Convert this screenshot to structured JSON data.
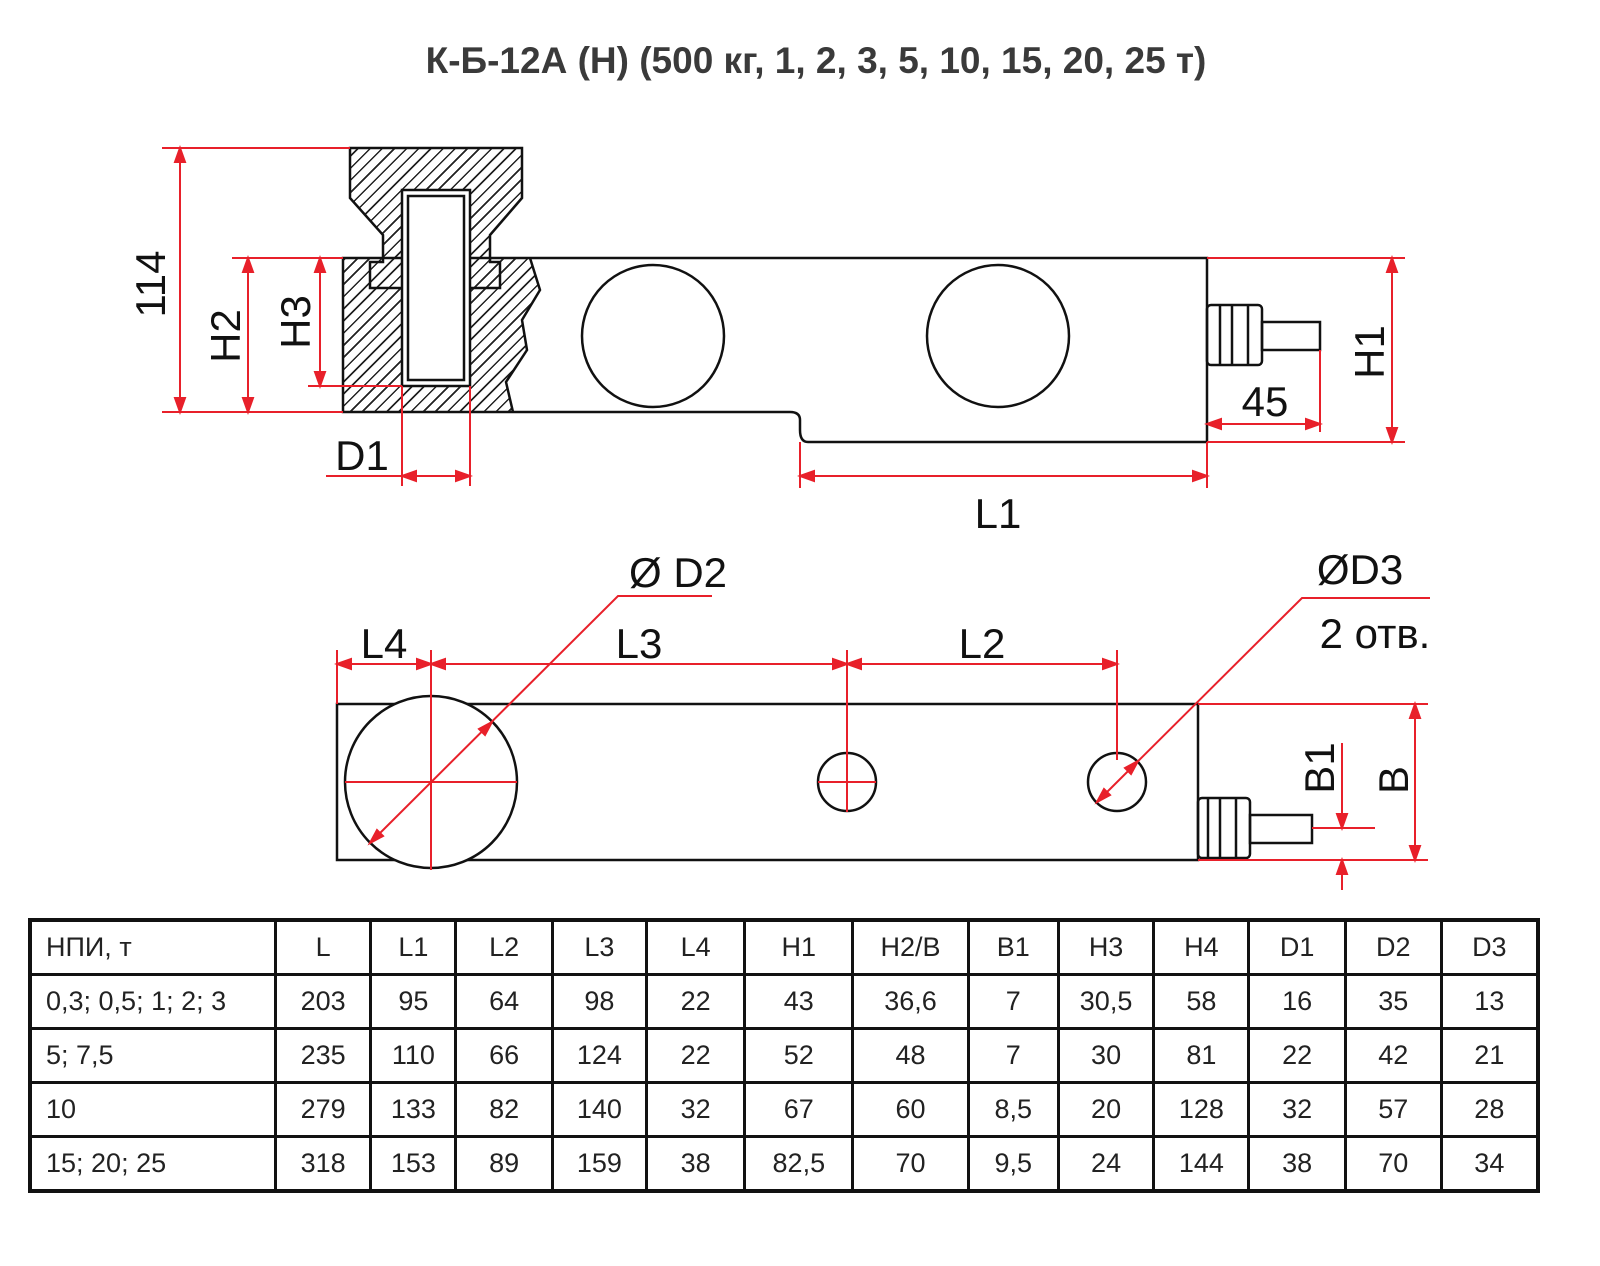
{
  "title": "К-Б-12А (Н) (500 кг, 1, 2, 3, 5, 10, 15, 20, 25 т)",
  "colors": {
    "dimension": "#e8202a",
    "outline": "#111111"
  },
  "side_view": {
    "labels": {
      "height_114": "114",
      "h2": "H2",
      "h3": "H3",
      "h1": "H1",
      "d1": "D1",
      "l1": "L1",
      "connector_45": "45"
    }
  },
  "top_view": {
    "labels": {
      "l4": "L4",
      "l3": "L3",
      "l2": "L2",
      "d2": "Ø D2",
      "d3": "ØD3",
      "holes": "2 отв.",
      "b1": "B1",
      "b": "B"
    }
  },
  "table": {
    "headers": [
      "НПИ, т",
      "L",
      "L1",
      "L2",
      "L3",
      "L4",
      "H1",
      "H2/B",
      "B1",
      "H3",
      "H4",
      "D1",
      "D2",
      "D3"
    ],
    "rows": [
      [
        "0,3; 0,5; 1; 2; 3",
        "203",
        "95",
        "64",
        "98",
        "22",
        "43",
        "36,6",
        "7",
        "30,5",
        "58",
        "16",
        "35",
        "13"
      ],
      [
        "5; 7,5",
        "235",
        "110",
        "66",
        "124",
        "22",
        "52",
        "48",
        "7",
        "30",
        "81",
        "22",
        "42",
        "21"
      ],
      [
        "10",
        "279",
        "133",
        "82",
        "140",
        "32",
        "67",
        "60",
        "8,5",
        "20",
        "128",
        "32",
        "57",
        "28"
      ],
      [
        "15; 20; 25",
        "318",
        "153",
        "89",
        "159",
        "38",
        "82,5",
        "70",
        "9,5",
        "24",
        "144",
        "38",
        "70",
        "34"
      ]
    ]
  }
}
